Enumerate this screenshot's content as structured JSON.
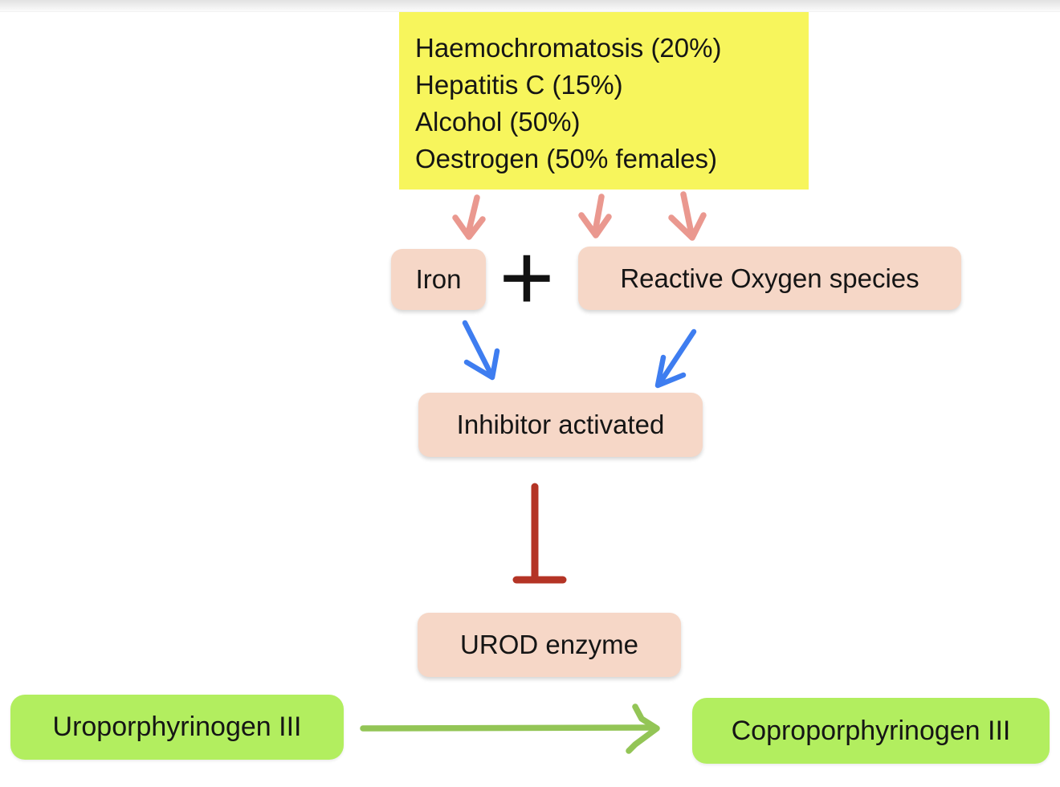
{
  "colors": {
    "background": "#ffffff",
    "yellow_box": "#f7f55c",
    "pink_box": "#f6d7c7",
    "green_box": "#b2ee5f",
    "pink_arrow": "#ea988f",
    "blue_arrow": "#3e7df0",
    "red_inhibitor": "#b43425",
    "green_arrow": "#93c556",
    "text": "#151515"
  },
  "causes_box": {
    "lines": [
      "Haemochromatosis (20%)",
      "Hepatitis C (15%)",
      "Alcohol (50%)",
      "Oestrogen (50% females)"
    ]
  },
  "nodes": {
    "plus": "+",
    "iron": "Iron",
    "ros": "Reactive Oxygen species",
    "inhibitor": "Inhibitor activated",
    "urod": "UROD enzyme",
    "substrate": "Uroporphyrinogen III",
    "product": "Coproporphyrinogen III"
  },
  "icons": {
    "cause_arrows": "pink-down-arrow",
    "activation_arrows": "blue-down-arrow",
    "inhibition": "red-tbar-inhibition-symbol",
    "reaction": "green-right-arrow"
  }
}
